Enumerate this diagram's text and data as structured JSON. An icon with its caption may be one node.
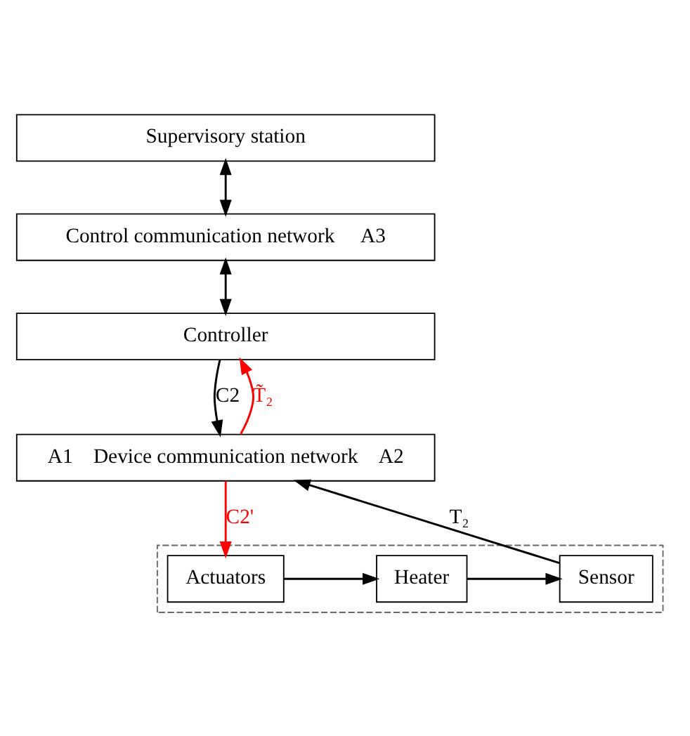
{
  "diagram": {
    "nodes": [
      {
        "text": [
          "Supervisory station"
        ]
      },
      {
        "text": [
          "Control communication network",
          "A3"
        ]
      },
      {
        "text": [
          "Controller"
        ]
      },
      {
        "text": [
          "A1",
          "Device communication network",
          "A2"
        ]
      },
      {
        "text": [],
        "shape": "box"
      },
      {
        "text": [
          "Sensor"
        ],
        "in": 4
      },
      {
        "text": [
          "Heater"
        ],
        "in": 4
      },
      {
        "text": [
          "Actuators"
        ],
        "in": 4
      }
    ],
    "edges": [
      {
        "from": 0,
        "to": 1,
        "arrow": "both"
      },
      {
        "from": 1,
        "to": 2,
        "arrow": "both"
      },
      {
        "from": 3,
        "to": 2,
        "arrow": "to",
        "label": "T̃₂",
        "color": "#ff0000"
      },
      {
        "from": 2,
        "to": 3,
        "arrow": "to",
        "label": "C2"
      },
      {
        "from": 3,
        "to": 7,
        "arrow": "to",
        "label": "C2'",
        "color": "#ff0000"
      },
      {
        "from": 5,
        "to": 3,
        "arrow": "to",
        "label": "T₂"
      },
      {
        "from": 7,
        "to": 6,
        "arrow": "to"
      },
      {
        "from": 6,
        "to": 5,
        "arrow": "to"
      }
    ]
  }
}
